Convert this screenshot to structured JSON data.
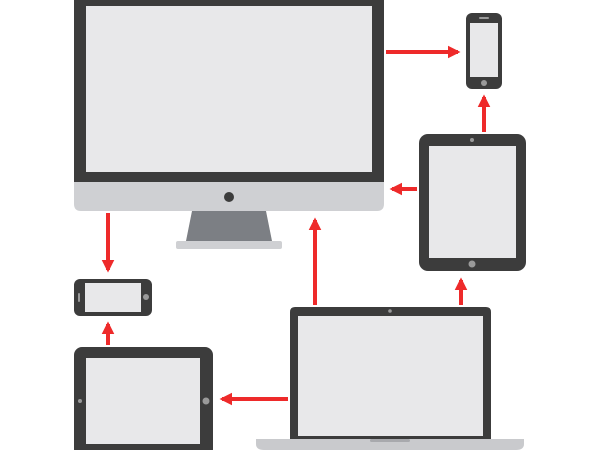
{
  "colors": {
    "frame": "#3c3c3c",
    "screen": "#e8e8ea",
    "chin": "#cfd0d3",
    "stand": "#7c7f84",
    "laptop_base": "#c9cacd",
    "arrow": "#ee2a2a",
    "background": "#ffffff"
  },
  "devices": [
    {
      "id": "desktop-monitor",
      "icon": "desktop-monitor-icon"
    },
    {
      "id": "phone-portrait",
      "icon": "smartphone-portrait-icon"
    },
    {
      "id": "tablet-portrait",
      "icon": "tablet-portrait-icon"
    },
    {
      "id": "phone-landscape",
      "icon": "smartphone-landscape-icon"
    },
    {
      "id": "tablet-landscape",
      "icon": "tablet-landscape-icon"
    },
    {
      "id": "laptop",
      "icon": "laptop-icon"
    }
  ],
  "connections": [
    {
      "from": "desktop-monitor",
      "to": "phone-portrait"
    },
    {
      "from": "tablet-portrait",
      "to": "phone-portrait"
    },
    {
      "from": "tablet-portrait",
      "to": "desktop-monitor"
    },
    {
      "from": "desktop-monitor",
      "to": "phone-landscape"
    },
    {
      "from": "tablet-landscape",
      "to": "phone-landscape"
    },
    {
      "from": "laptop",
      "to": "desktop-monitor"
    },
    {
      "from": "laptop",
      "to": "tablet-portrait"
    },
    {
      "from": "laptop",
      "to": "tablet-landscape"
    }
  ]
}
